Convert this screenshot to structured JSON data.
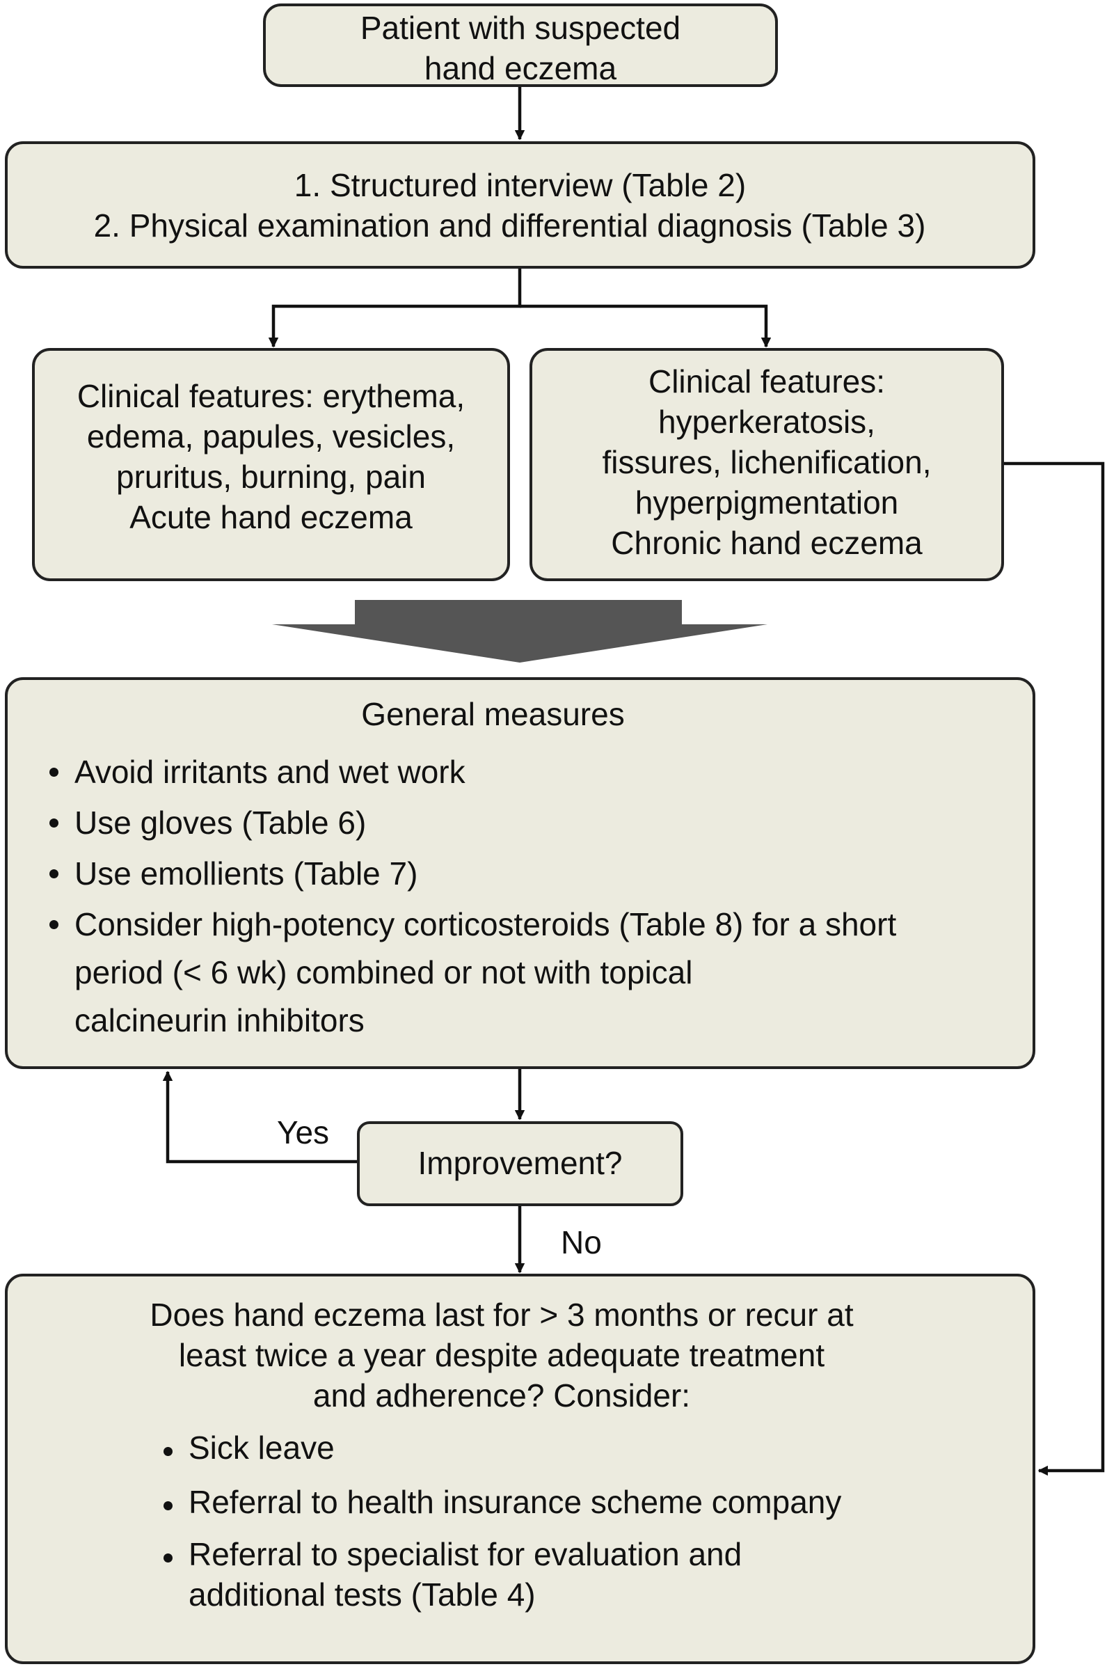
{
  "start": {
    "lines": [
      "Patient with suspected",
      "hand eczema"
    ]
  },
  "interview": {
    "lines": [
      "1. Structured interview (Table 2)",
      "2. Physical examination and differential diagnosis (Table 3)"
    ]
  },
  "acute": {
    "lines": [
      "Clinical features: erythema,",
      "edema, papules, vesicles,",
      "pruritus, burning, pain",
      "Acute hand eczema"
    ]
  },
  "chronic": {
    "lines": [
      "Clinical features:",
      "hyperkeratosis,",
      "fissures, lichenification,",
      "hyperpigmentation",
      "Chronic hand eczema"
    ]
  },
  "general": {
    "title": "General measures",
    "items": [
      [
        "Avoid irritants and wet work"
      ],
      [
        "Use gloves (Table 6)"
      ],
      [
        "Use emollients (Table 7)"
      ],
      [
        "Consider high-potency corticosteroids (Table 8) for a short",
        "period (< 6 wk) combined or not with topical",
        "calcineurin inhibitors"
      ]
    ]
  },
  "improvement": {
    "label": "Improvement?",
    "yes": "Yes",
    "no": "No"
  },
  "chronicity": {
    "lines": [
      "Does hand eczema last for > 3 months or recur at",
      "least twice a year despite adequate treatment",
      "and adherence? Consider:"
    ],
    "items": [
      [
        "Sick leave"
      ],
      [
        "Referral to health insurance scheme company"
      ],
      [
        "Referral to specialist for evaluation and",
        "additional tests (Table 4)"
      ]
    ]
  },
  "colors": {
    "box_fill": "#ecebdf",
    "stroke": "#222222",
    "big_arrow": "#555555"
  }
}
